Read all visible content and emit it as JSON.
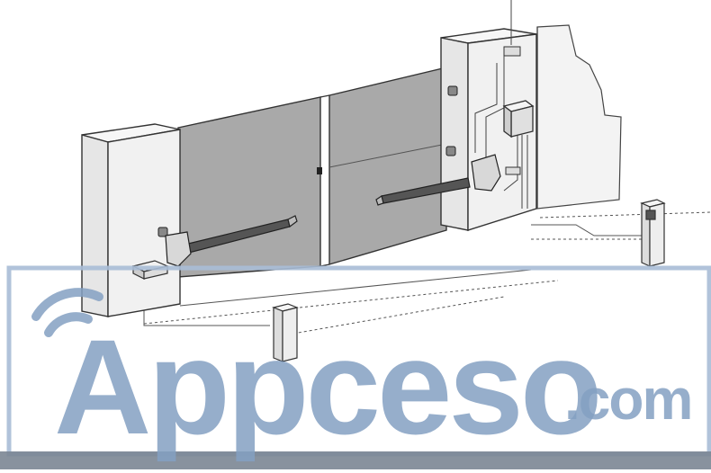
{
  "watermark": {
    "brand": "Appceso",
    "tld": ".com",
    "color": "#84a0c2"
  },
  "diagram": {
    "subject": "swing-gate-installation",
    "line_color": "#333333",
    "leaf_fill": "#a9a9a9",
    "pillar_fill": "#eeeeee"
  }
}
